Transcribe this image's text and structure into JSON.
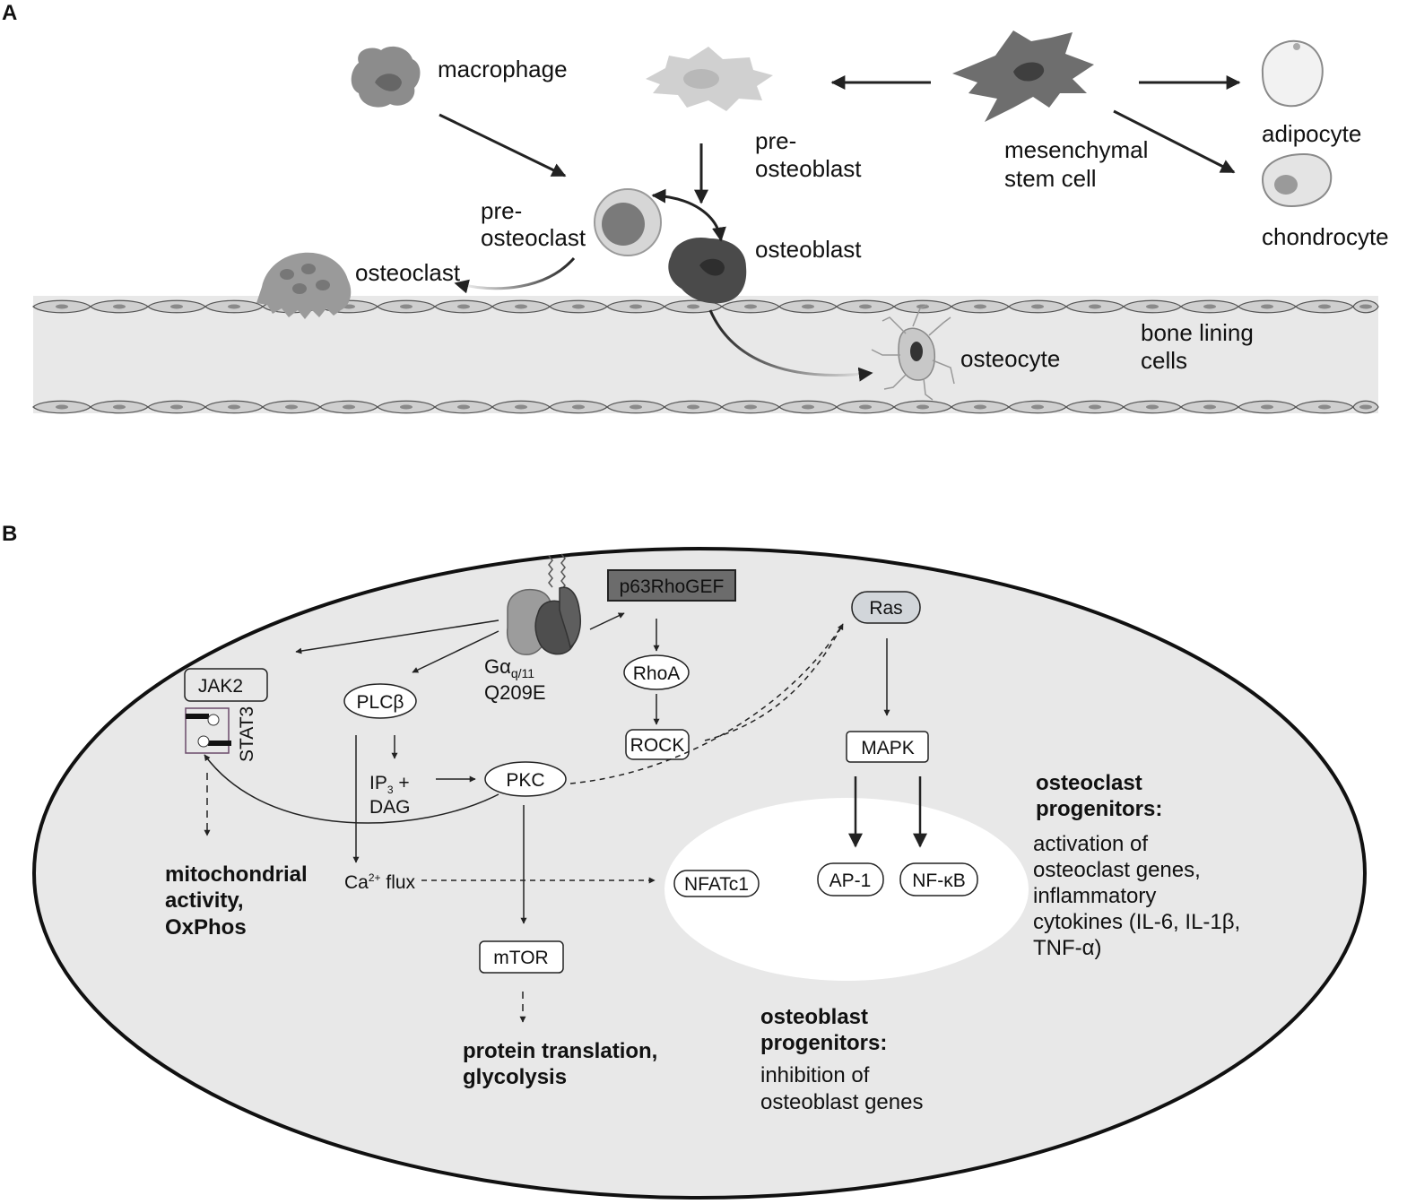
{
  "panels": {
    "a": "A",
    "b": "B"
  },
  "panel_a": {
    "macrophage": "macrophage",
    "preosteoblast": [
      "pre-",
      "osteoblast"
    ],
    "msc": [
      "mesenchymal",
      "stem cell"
    ],
    "adipocyte": "adipocyte",
    "chondrocyte": "chondrocyte",
    "preosteoclast": [
      "pre-",
      "osteoclast"
    ],
    "osteoblast": "osteoblast",
    "osteoclast": "osteoclast",
    "osteocyte": "osteocyte",
    "bone_lining": [
      "bone lining",
      "cells"
    ]
  },
  "panel_b": {
    "gaq": {
      "base": "Gα",
      "sub": "q/11",
      "mutation": "Q209E"
    },
    "p63rhogef": "p63RhoGEF",
    "ras": "Ras",
    "jak2": "JAK2",
    "stat3": "STAT3",
    "plcb": "PLCβ",
    "rhoa": "RhoA",
    "rock": "ROCK",
    "mapk": "MAPK",
    "ip3": {
      "base": "IP",
      "sub": "3",
      "plus": " +"
    },
    "dag": "DAG",
    "pkc": "PKC",
    "ca": {
      "base": "Ca",
      "sup": "2+",
      "rest": " flux"
    },
    "nfatc1": "NFATc1",
    "ap1": "AP-1",
    "nfkb": "NF-κB",
    "mtor": "mTOR",
    "mito": [
      "mitochondrial",
      "activity,",
      "OxPhos"
    ],
    "protein": [
      "protein translation,",
      "glycolysis"
    ],
    "osteoclast_prog": {
      "heading": [
        "osteoclast",
        "progenitors:"
      ],
      "body": [
        "activation of",
        "osteoclast genes,",
        "inflammatory",
        "cytokines (IL-6, IL-1β,",
        "TNF-α)"
      ]
    },
    "osteoblast_prog": {
      "heading": [
        "osteoblast",
        "progenitors:"
      ],
      "body": [
        "inhibition of",
        "osteoblast genes"
      ]
    }
  }
}
